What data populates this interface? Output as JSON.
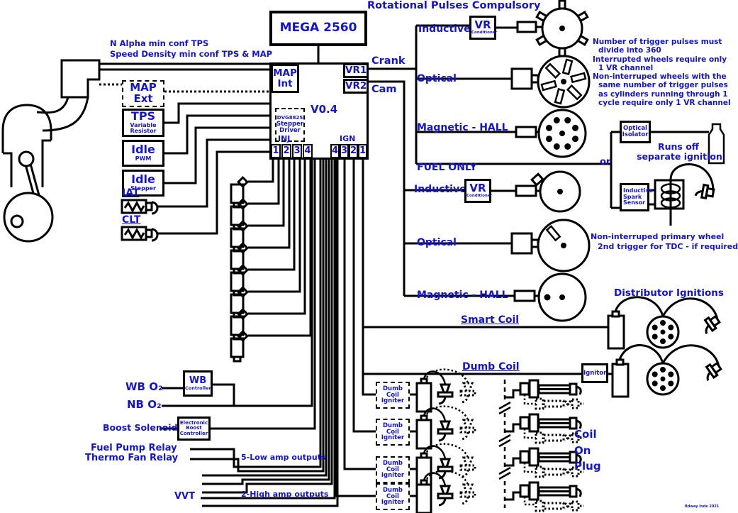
{
  "title": "Rotational Pulses Compulsory",
  "ecu": {
    "name": "MEGA 2560",
    "version": "V0.4",
    "map_int_1": "MAP",
    "map_int_2": "Int",
    "vr1": "VR1",
    "vr2": "VR2",
    "crank": "Crank",
    "cam": "Cam",
    "stepper_1": "DVG8825",
    "stepper_2": "Stepper",
    "stepper_3": "Driver",
    "inj_label": "INJ",
    "ign_label": "IGN",
    "inj_pins": [
      "1",
      "2",
      "3",
      "4"
    ],
    "ign_pins": [
      "4",
      "3",
      "2",
      "1"
    ]
  },
  "sensors": {
    "note_1": "N Alpha min conf TPS",
    "note_2": "Speed Density min conf TPS & MAP",
    "map_ext_1": "MAP",
    "map_ext_2": "Ext",
    "tps": "TPS",
    "tps_sub_1": "Variable",
    "tps_sub_2": "Resistor",
    "idle": "Idle",
    "idle_pwm_sub": "PWM",
    "idle_stepper_sub": "Stepper",
    "iat": "IAT",
    "clt": "CLT"
  },
  "triggers": {
    "inductive": "Inductive",
    "optical": "Optical",
    "magnetic_hall": "Magnetic - HALL",
    "fuel_only": "FUEL ONLY",
    "vr": "VR",
    "vr_sub": "Conditioner",
    "notes": [
      "Number of trigger pulses must",
      "divide into 360",
      "Interrupted wheels require only",
      "1 VR channel",
      "Non-interruped wheels with the",
      "same number of trigger pulses",
      "as cylinders running through 1",
      "cycle require only 1 VR channel"
    ],
    "second_trigger_1": "Non-interruped primary  wheel",
    "second_trigger_2": "2nd trigger for TDC - if required",
    "optical_isolator_1": "Optical",
    "optical_isolator_2": "Isolator",
    "or": "or",
    "runs_off_1": "Runs off",
    "runs_off_2": "separate ignition",
    "iss_1": "Inductive",
    "iss_2": "Spark",
    "iss_3": "Sensor"
  },
  "ignition": {
    "distributor": "Distributor Ignitions",
    "smart_coil": "Smart Coil",
    "dumb_coil": "Dumb Coil",
    "ignitor": "Ignitor",
    "dci_1": "Dumb",
    "dci_2": "Coil",
    "dci_3": "Igniter",
    "cop_1": "Coil",
    "cop_2": "On",
    "cop_3": "Plug"
  },
  "outputs": {
    "wb_o2": "WB O₂",
    "nb_o2": "NB O₂",
    "wb": "WB",
    "wb_sub": "Controller",
    "boost": "Boost Solenoid",
    "ebc_1": "Electronic",
    "ebc_2": "Boost",
    "ebc_3": "Controller",
    "fuel_pump": "Fuel Pump Relay",
    "thermo_fan": "Thermo Fan Relay",
    "low_amp": "5-Low amp outputs",
    "high_amp": "2-High amp outputs",
    "vvt": "VVT"
  },
  "colors": {
    "accent": "#1414cd",
    "wire": "#000000",
    "background": "#ffffff"
  },
  "signature": "Bdway Inde 2021"
}
